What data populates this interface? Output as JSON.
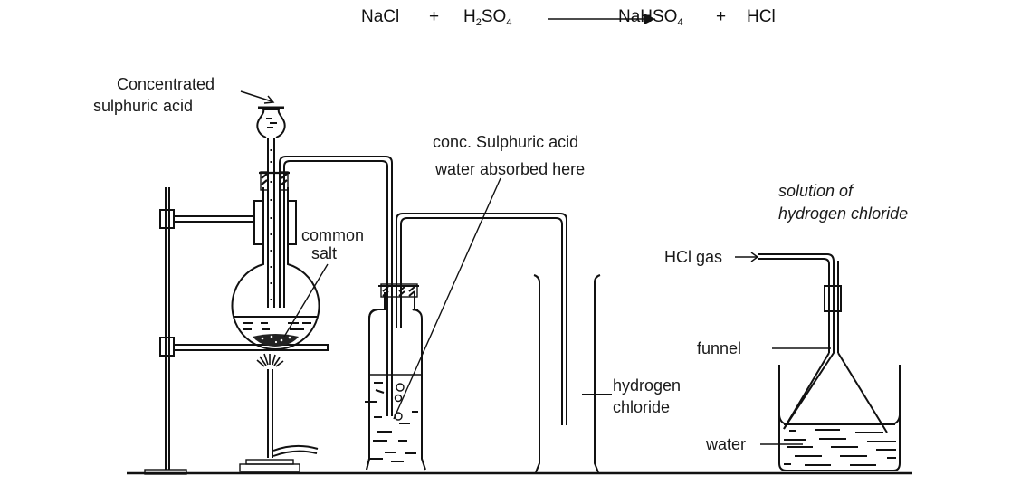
{
  "equation": {
    "reactant_1": "NaCl",
    "plus_1": "+",
    "reactant_2_a": "H",
    "reactant_2_sub1": "2",
    "reactant_2_b": "SO",
    "reactant_2_sub2": "4",
    "product_1_a": "NaHSO",
    "product_1_sub": "4",
    "plus_2": "+",
    "product_2": "HCl"
  },
  "labels": {
    "acid_line1": "Concentrated",
    "acid_line2": "sulphuric acid",
    "salt_line1": "common",
    "salt_line2": "salt",
    "drying_line1": "conc. Sulphuric acid",
    "drying_line2": "water absorbed here",
    "hcl_jar_line1": "hydrogen",
    "hcl_jar_line2": "chloride",
    "solution_line1": "solution of",
    "solution_line2": "hydrogen chloride",
    "hcl_gas": "HCl gas",
    "funnel": "funnel",
    "water": "water"
  }
}
